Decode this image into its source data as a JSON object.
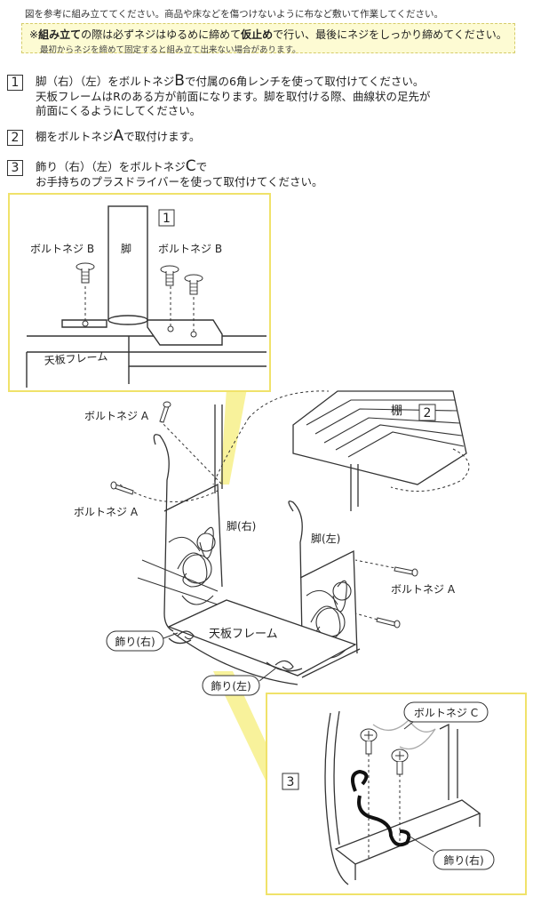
{
  "intro": "図を参考に組み立ててください。商品や床などを傷つけないように布など敷いて作業してください。",
  "notice": {
    "prefix": "※",
    "bold1": "組み立て",
    "text1": "の際は必ずネジはゆるめに締めて",
    "bold2": "仮止め",
    "text2": "で行い、最後にネジをしっかり締めてください。",
    "line2": "最初からネジを締めて固定すると組み立て出来ない場合があります。"
  },
  "steps": [
    {
      "num": "1",
      "line1_a": "脚（右）（左）をボルトネジ",
      "line1_big": "B",
      "line1_b": "で付属の6角レンチを使って取付けてください。",
      "line2": "天板フレームはRのある方が前面になります。脚を取付ける際、曲線状の足先が",
      "line3": "前面にくるようにしてください。"
    },
    {
      "num": "2",
      "line1_a": "棚をボルトネジ",
      "line1_big": "A",
      "line1_b": "で取付けます。"
    },
    {
      "num": "3",
      "line1_a": "飾り（右）（左）をボルトネジ",
      "line1_big": "C",
      "line1_b": "で",
      "line2": "お手持ちのプラスドライバーを使って取付けてください。"
    }
  ],
  "diagram": {
    "detail1": {
      "badge": "1",
      "bolt_left": "ボルトネジ B",
      "leg": "脚",
      "bolt_right": "ボルトネジ B",
      "frame": "天板フレーム"
    },
    "main": {
      "shelf": "棚",
      "shelf_badge": "2",
      "bolt_a_top": "ボルトネジ A",
      "bolt_a_left": "ボルトネジ A",
      "leg_right": "脚(右)",
      "leg_left": "脚(左)",
      "bolt_a_right": "ボルトネジ A",
      "frame": "天板フレーム",
      "deco_right": "飾り(右)",
      "deco_left": "飾り(左)"
    },
    "detail3": {
      "badge": "3",
      "bolt_c": "ボルトネジ C",
      "deco_right": "飾り(右)"
    },
    "colors": {
      "highlight": "#f7f08a",
      "panel_border": "#f0e26a",
      "ink": "#222222"
    }
  }
}
